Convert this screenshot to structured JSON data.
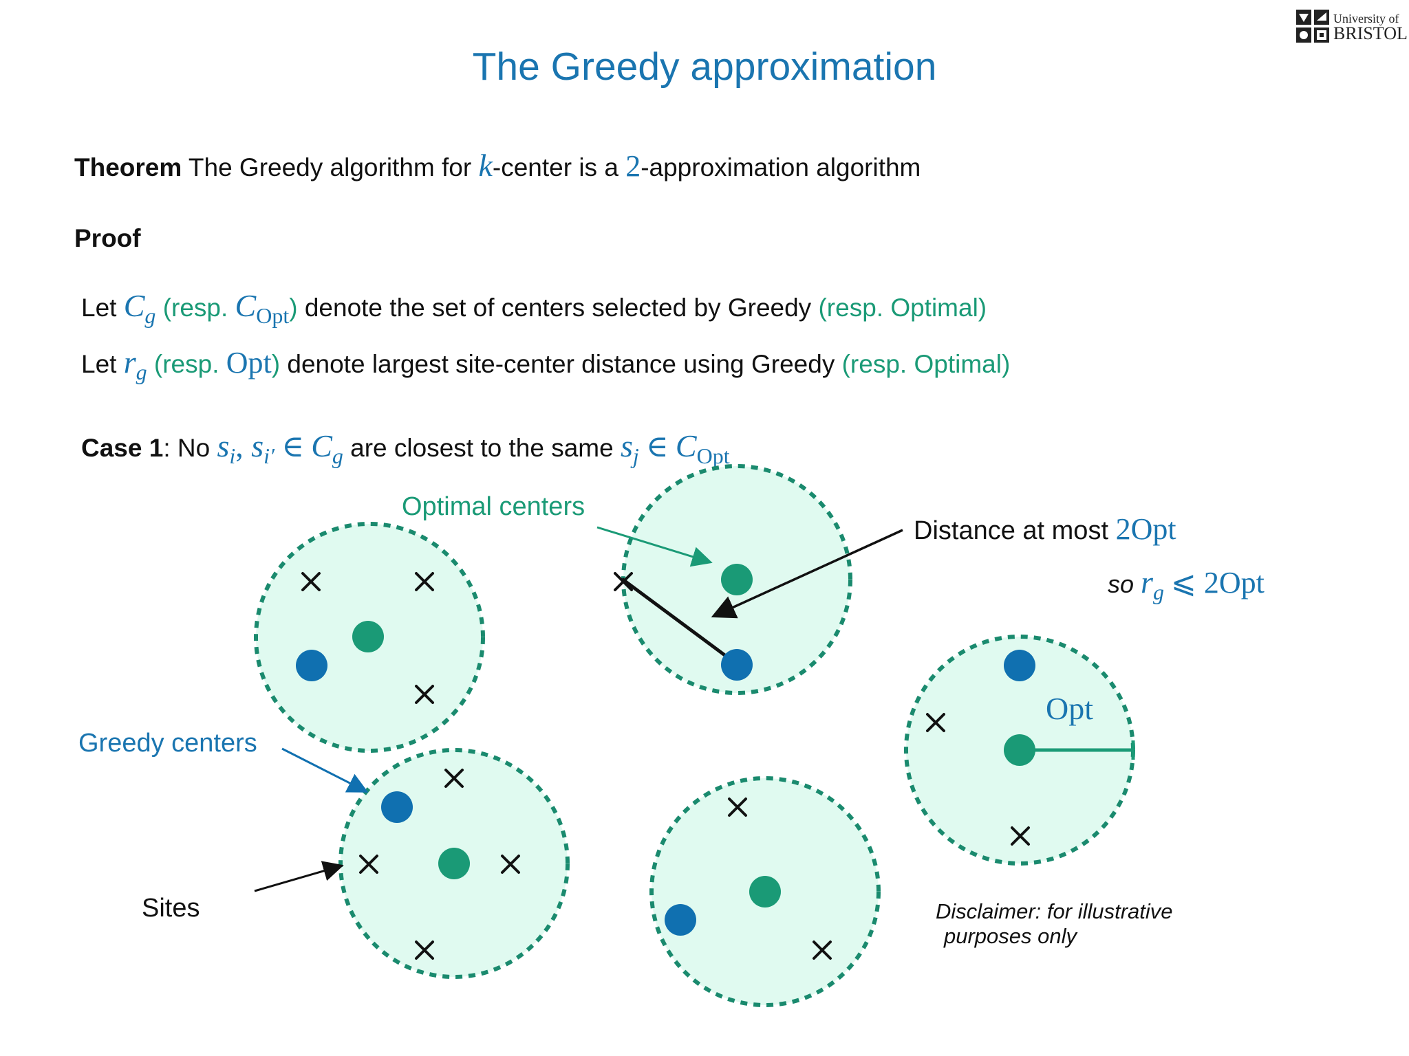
{
  "slide": {
    "title": "The Greedy approximation",
    "logo": {
      "line1": "University of",
      "line2": "BRISTOL"
    }
  },
  "theorem": {
    "label": "Theorem",
    "text_a": "The Greedy algorithm for",
    "k": "k",
    "text_b": "-center is a",
    "two": "2",
    "text_c": "-approximation algorithm"
  },
  "proof": {
    "label": "Proof",
    "line1": {
      "let": "Let",
      "cg": "C",
      "cg_sub": "g",
      "resp_open": "(resp.",
      "copt": "C",
      "copt_sub": "Opt",
      "resp_close": ")",
      "text": "denote the set of centers selected by Greedy",
      "resp_optimal": "(resp. Optimal)"
    },
    "line2": {
      "let": "Let",
      "rg": "r",
      "rg_sub": "g",
      "resp_open": "(resp.",
      "opt": "Opt",
      "resp_close": ")",
      "text": "denote largest site-center distance using Greedy",
      "resp_optimal": "(resp. Optimal)"
    }
  },
  "case1": {
    "label": "Case 1",
    "text_a": ": No",
    "s_i": "s",
    "sub_i": "i",
    "comma": ",",
    "s_ip": "s",
    "sub_ip": "i′",
    "in1": "∈",
    "cg": "C",
    "cg_sub": "g",
    "text_b": "are closest to the same",
    "s_j": "s",
    "sub_j": "j",
    "in2": "∈",
    "copt": "C",
    "copt_sub": "Opt"
  },
  "diagram": {
    "labels": {
      "optimal_centers": "Optimal centers",
      "greedy_centers": "Greedy centers",
      "sites": "Sites",
      "distance_text": "Distance at most",
      "distance_value": "2Opt",
      "so": "so",
      "rg": "r",
      "rg_sub": "g",
      "leq": "⩽ 2Opt",
      "opt": "Opt",
      "disclaimer_line1": "Disclaimer: for illustrative",
      "disclaimer_line2": "purposes only"
    },
    "colors": {
      "circle_fill": "#e0faf0",
      "circle_stroke": "#1a8a6e",
      "greedy": "#1070b0",
      "optimal": "#1a9a76",
      "site": "#111111",
      "label_blue": "#1a75b0",
      "label_green": "#1a9a76"
    }
  }
}
